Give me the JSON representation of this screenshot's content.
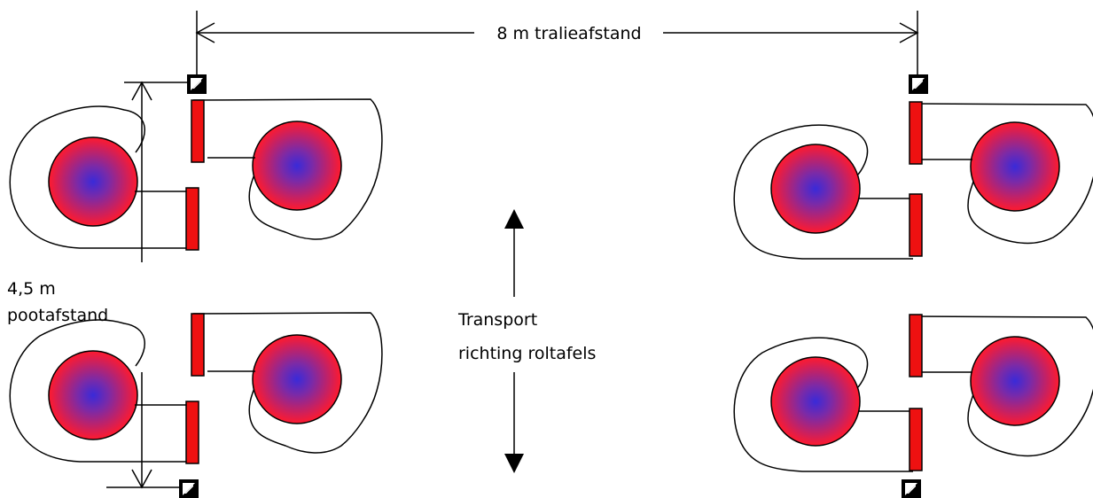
{
  "labels": {
    "truss_spacing": "8 m tralieafstand",
    "leg_spacing_value": "4,5 m",
    "leg_spacing_word": "pootafstand",
    "transport_line1": "Transport",
    "transport_line2": "richting roltafels"
  },
  "colors": {
    "pot_outer": "#ff1a2e",
    "pot_inner": "#3a2ad8",
    "post_fill": "#ee1111",
    "stroke": "#000000"
  },
  "icons": {
    "leg_marker": "truss-leg-square-icon",
    "arrow": "double-arrow-icon"
  }
}
